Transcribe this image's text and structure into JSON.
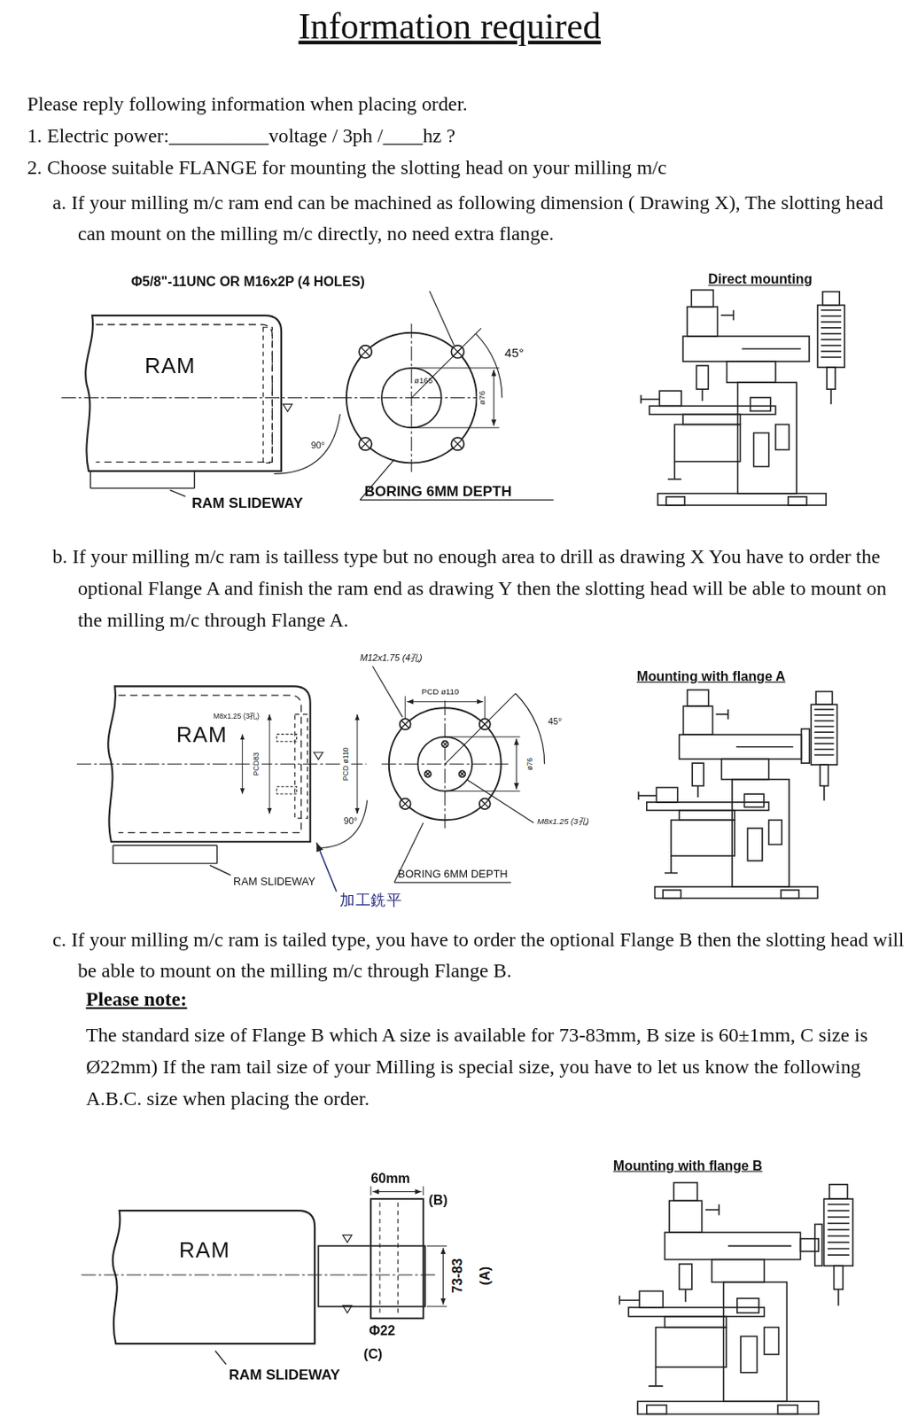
{
  "diagram": {
    "title": "Information required",
    "nodes": [
      {
        "text": [
          "RAM"
        ]
      },
      {
        "text": [
          "RAM"
        ]
      },
      {
        "text": [
          "RAM"
        ]
      }
    ],
    "labels": [
      "Please reply following information when placing order.",
      "1. Electric power:__________voltage / 3ph /____hz ?",
      "2. Choose suitable FLANGE for mounting the slotting head on your milling m/c",
      "a. If your milling m/c ram end can be machined as following dimension ( Drawing X), The slotting head can mount on the milling m/c directly, no need extra flange.",
      "Φ5/8\"-11UNC OR M16x2P (4 HOLES)",
      "Direct mounting",
      "45°",
      "ø165",
      "ø76",
      "90°",
      "RAM SLIDEWAY",
      "BORING 6MM DEPTH",
      "b. If your milling m/c ram is tailless type but no enough area to drill as drawing X You have to order the optional Flange A and finish the ram end as drawing Y then the slotting head will be able to mount on the milling m/c through Flange A.",
      "M12x1.75 (4孔)",
      "Mounting with flange A",
      "M8x1.25 (3孔)",
      "PCD83",
      "PCD ø110",
      "PCD ø110",
      "45°",
      "ø76",
      "90°",
      "M8x1.25 (3孔)",
      "BORING 6MM DEPTH",
      "RAM SLIDEWAY",
      "加工銑平",
      "c. If your milling m/c ram is tailed type, you have to order the optional Flange B then the slotting head will be able to mount on the milling m/c through Flange B.",
      "Please note:",
      "The standard size of Flange B which A size is available for 73-83mm, B size is 60±1mm, C size is Ø22mm) If the ram tail size of your Milling is special size, you have to let us know the following A.B.C. size when placing the order.",
      "60mm",
      "(B)",
      "73-83",
      "(A)",
      "Φ22",
      "(C)",
      "RAM SLIDEWAY",
      "Mounting with flange B"
    ]
  }
}
